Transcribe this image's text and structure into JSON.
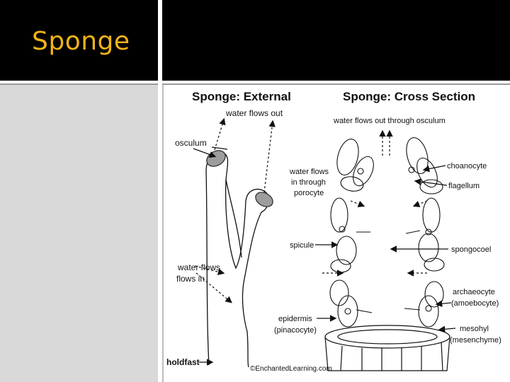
{
  "slide": {
    "title": "Sponge"
  },
  "diagram": {
    "external_title": "Sponge: External",
    "cross_title": "Sponge: Cross Section",
    "labels": {
      "water_flows_out": "water flows out",
      "osculum": "osculum",
      "water_flows_in_l1": "water flows",
      "water_flows_in_l2": "flows in",
      "holdfast": "holdfast",
      "flows_out_osculum": "water flows out through osculum",
      "in_through": "in through",
      "porocyte": "porocyte",
      "spicule": "spicule",
      "epidermis": "epidermis",
      "pinacocyte": "(pinacocyte)",
      "choanocyte": "choanocyte",
      "flagellum": "flagellum",
      "spongocoel": "spongocoel",
      "archaeocyte": "archaeocyte",
      "amoebocyte": "(amoebocyte)",
      "mesohyl": "mesohyl",
      "mesenchyme": "(mesenchyme)",
      "credit": "©EnchantedLearning.com"
    }
  }
}
